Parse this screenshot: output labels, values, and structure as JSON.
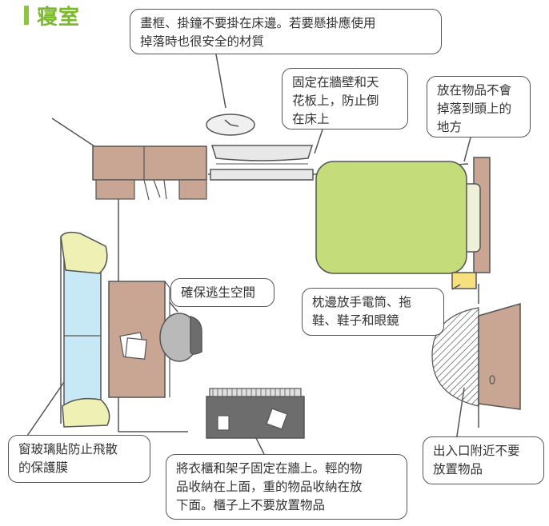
{
  "title": "寝室",
  "callouts": {
    "frames": "畫框、掛鐘不要掛在床邊。若要懸掛應使用\n掉落時也很安全的材質",
    "fix_light": "固定在牆壁和天\n花板上，防止倒\n在床上",
    "bed_top": "放在物品不會\n掉落到頭上的\n地方",
    "escape": "確保逃生空間",
    "pillow": "枕邊放手電筒、拖\n鞋、鞋子和眼鏡",
    "window": "窗玻璃貼防止飛散\n的保護膜",
    "furniture": "將衣櫃和架子固定在牆上。輕的物\n品收納在上面，重的物品收納在放\n下面。櫃子上不要放置物品",
    "entrance": "出入口附近不要\n放置物品"
  },
  "colors": {
    "accent_green": "#7ab92a",
    "bed_green": "#c4dc7a",
    "furniture_brown": "#c9a594",
    "window_blue": "#c7e8f5",
    "curtain_yellow": "#eef0b4",
    "flashlight_yellow": "#f7e07d",
    "appliance_gray": "#6d6d6d"
  }
}
